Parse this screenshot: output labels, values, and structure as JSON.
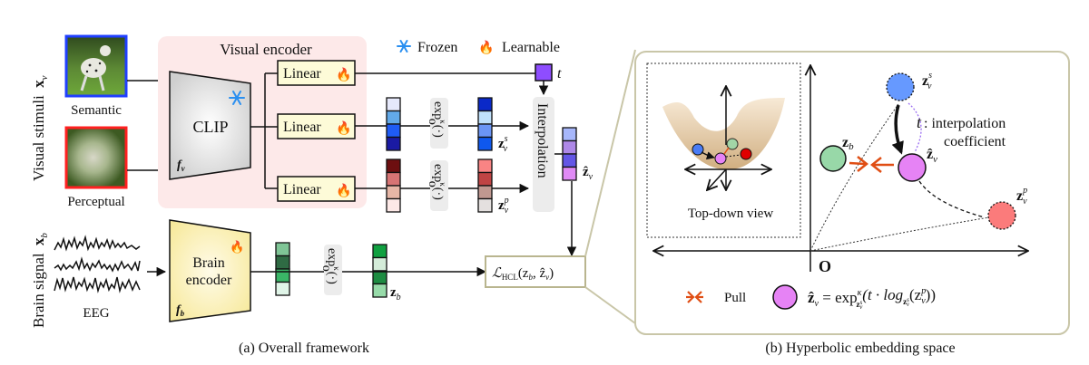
{
  "legend": {
    "frozen_label": "Frozen",
    "learnable_label": "Learnable",
    "frozen_icon": "snowflake-icon",
    "learnable_icon": "flame-icon"
  },
  "panel_a": {
    "caption": "(a) Overall framework",
    "visual_axis_label": "Visual stimuli",
    "visual_axis_var": "x",
    "visual_axis_sub": "v",
    "brain_axis_label": "Brain signal",
    "brain_axis_var": "x",
    "brain_axis_sub": "b",
    "semantic_label": "Semantic",
    "perceptual_label": "Perceptual",
    "visual_encoder_title": "Visual encoder",
    "clip_label": "CLIP",
    "fv_label": "f",
    "fv_sub": "v",
    "linear_labels": [
      "Linear",
      "Linear",
      "Linear"
    ],
    "t_label": "t",
    "exp_label": "exp",
    "exp_sup": "κ",
    "exp_sub": "O",
    "exp_arg": "(·)",
    "interpolation_label": "Interpolation",
    "zvs_label": "z",
    "zvs_sup": "s",
    "zvs_sub": "v",
    "zvp_label": "z",
    "zvp_sup": "p",
    "zvp_sub": "v",
    "zhat_label": "ẑ",
    "zhat_sub": "v",
    "eeg_label": "EEG",
    "brain_encoder_line1": "Brain",
    "brain_encoder_line2": "encoder",
    "fb_label": "f",
    "fb_sub": "b",
    "zb_label": "z",
    "zb_sub": "b",
    "loss_label": "ℒ",
    "loss_sub": "HCL",
    "loss_args": "(z",
    "loss_args_b": "b",
    "loss_args_mid": ", ẑ",
    "loss_args_v": "v",
    "loss_args_end": ")",
    "colors": {
      "semantic_border": "#1f3fff",
      "perceptual_border": "#ff2020",
      "encoder_bg": "#fde9e9",
      "linear_fill": "#fdfbd8",
      "t_fill": "#8e4dff",
      "brain_encoder_fill": "#fbf3b8",
      "loss_border": "#b9b58f"
    },
    "vectors": {
      "sem_pre": [
        "#e6e9fb",
        "#62a9e8",
        "#1f5cf5",
        "#1a1aa3"
      ],
      "sem_post": [
        "#0a29c8",
        "#bfe0fb",
        "#6b95f5",
        "#0f58ee"
      ],
      "per_pre": [
        "#6d0f10",
        "#d77474",
        "#e6b6a6",
        "#fde9e7"
      ],
      "per_post": [
        "#f98484",
        "#c04444",
        "#c09890",
        "#e4e0df"
      ],
      "zhat": [
        "#a7b7fb",
        "#ae88e8",
        "#6456e6",
        "#e08af5"
      ],
      "brain_pre": [
        "#7fc596",
        "#2f6b44",
        "#3ab667",
        "#e0f5e8"
      ],
      "brain_post": [
        "#10a040",
        "#d4ecd9",
        "#1e8c42",
        "#97dba9"
      ]
    }
  },
  "panel_b": {
    "caption": "(b) Hyperbolic embedding space",
    "top_down_label": "Top-down view",
    "origin_label": "O",
    "zvs_label": "z",
    "zvs_sup": "s",
    "zvs_sub": "v",
    "zvp_label": "z",
    "zvp_sup": "p",
    "zvp_sub": "v",
    "zb_label": "z",
    "zb_sub": "b",
    "zhat_label": "ẑ",
    "zhat_sub": "v",
    "t_label": "t",
    "interp_line1": ": interpolation",
    "interp_line2": "coefficient",
    "pull_label": "Pull",
    "formula": "ẑ_v = exp^κ_{z_v^s}(t · log_{z_v^s}(z_v^p))",
    "formula_lhs": "ẑ",
    "formula_lhs_sub": "v",
    "formula_eq": " = exp",
    "formula_exp_sup": "κ",
    "formula_exp_sub": "z",
    "formula_mid": "(t · log",
    "formula_log_sub": "z",
    "formula_arg": "(z",
    "formula_arg_sup": "p",
    "formula_arg_sub": "v",
    "formula_end": "))",
    "colors": {
      "panel_border": "#c9c6a8",
      "zvs": "#6699ff",
      "zvp": "#fb7b7b",
      "zb": "#98d8a8",
      "zhat": "#e683f5",
      "pull": "#e04e14",
      "interp_dotted": "#9a6cf2",
      "bowl": "#e8c89c"
    }
  }
}
